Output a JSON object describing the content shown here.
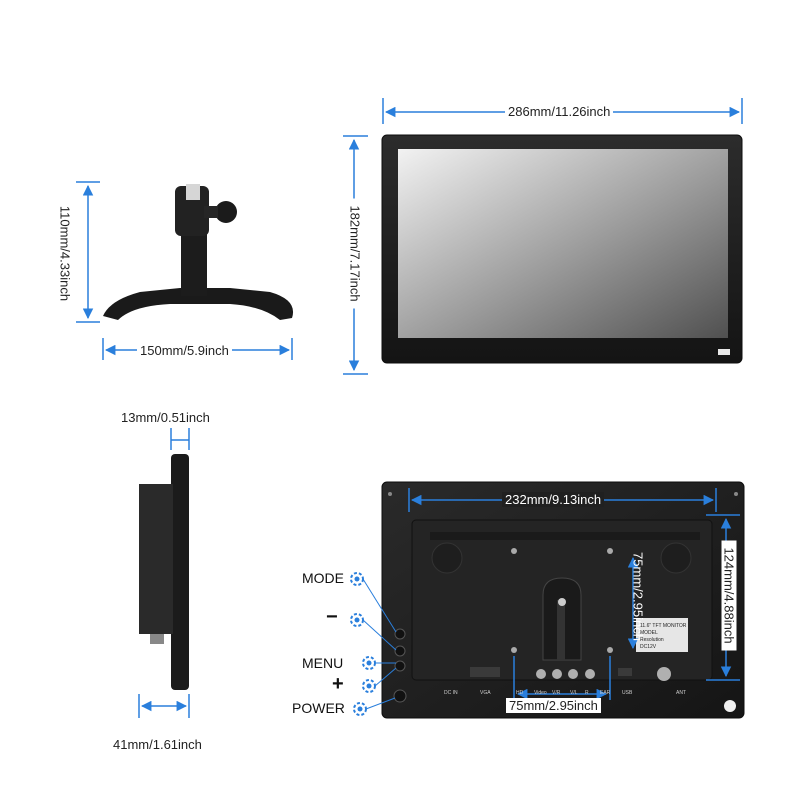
{
  "dimensions": {
    "front_width": "286mm/11.26inch",
    "front_height": "182mm/7.17inch",
    "stand_height": "110mm/4.33inch",
    "stand_width": "150mm/5.9inch",
    "side_thickness": "13mm/0.51inch",
    "side_depth": "41mm/1.61inch",
    "back_width": "232mm/9.13inch",
    "back_height": "124mm/4.88inch",
    "vesa_vertical": "75mm/2.95inch",
    "vesa_horizontal": "75mm/2.95inch"
  },
  "buttons": {
    "mode": "MODE",
    "minus": "−",
    "menu": "MENU",
    "plus": "+",
    "power": "POWER"
  },
  "ports": [
    "DC IN",
    "VGA",
    "HD",
    "Video",
    "V/R",
    "V/L",
    "R",
    "EAR",
    "USB",
    "ANT"
  ],
  "label_sticker": [
    "11.6\" TFT MONITOR",
    "MODEL",
    "Resolution",
    "DC12V"
  ],
  "colors": {
    "arrow": "#2a7fdc",
    "panel": "#1e1e1e",
    "screen_light": "#f0f0f0",
    "screen_dark": "#4a4a4a"
  }
}
